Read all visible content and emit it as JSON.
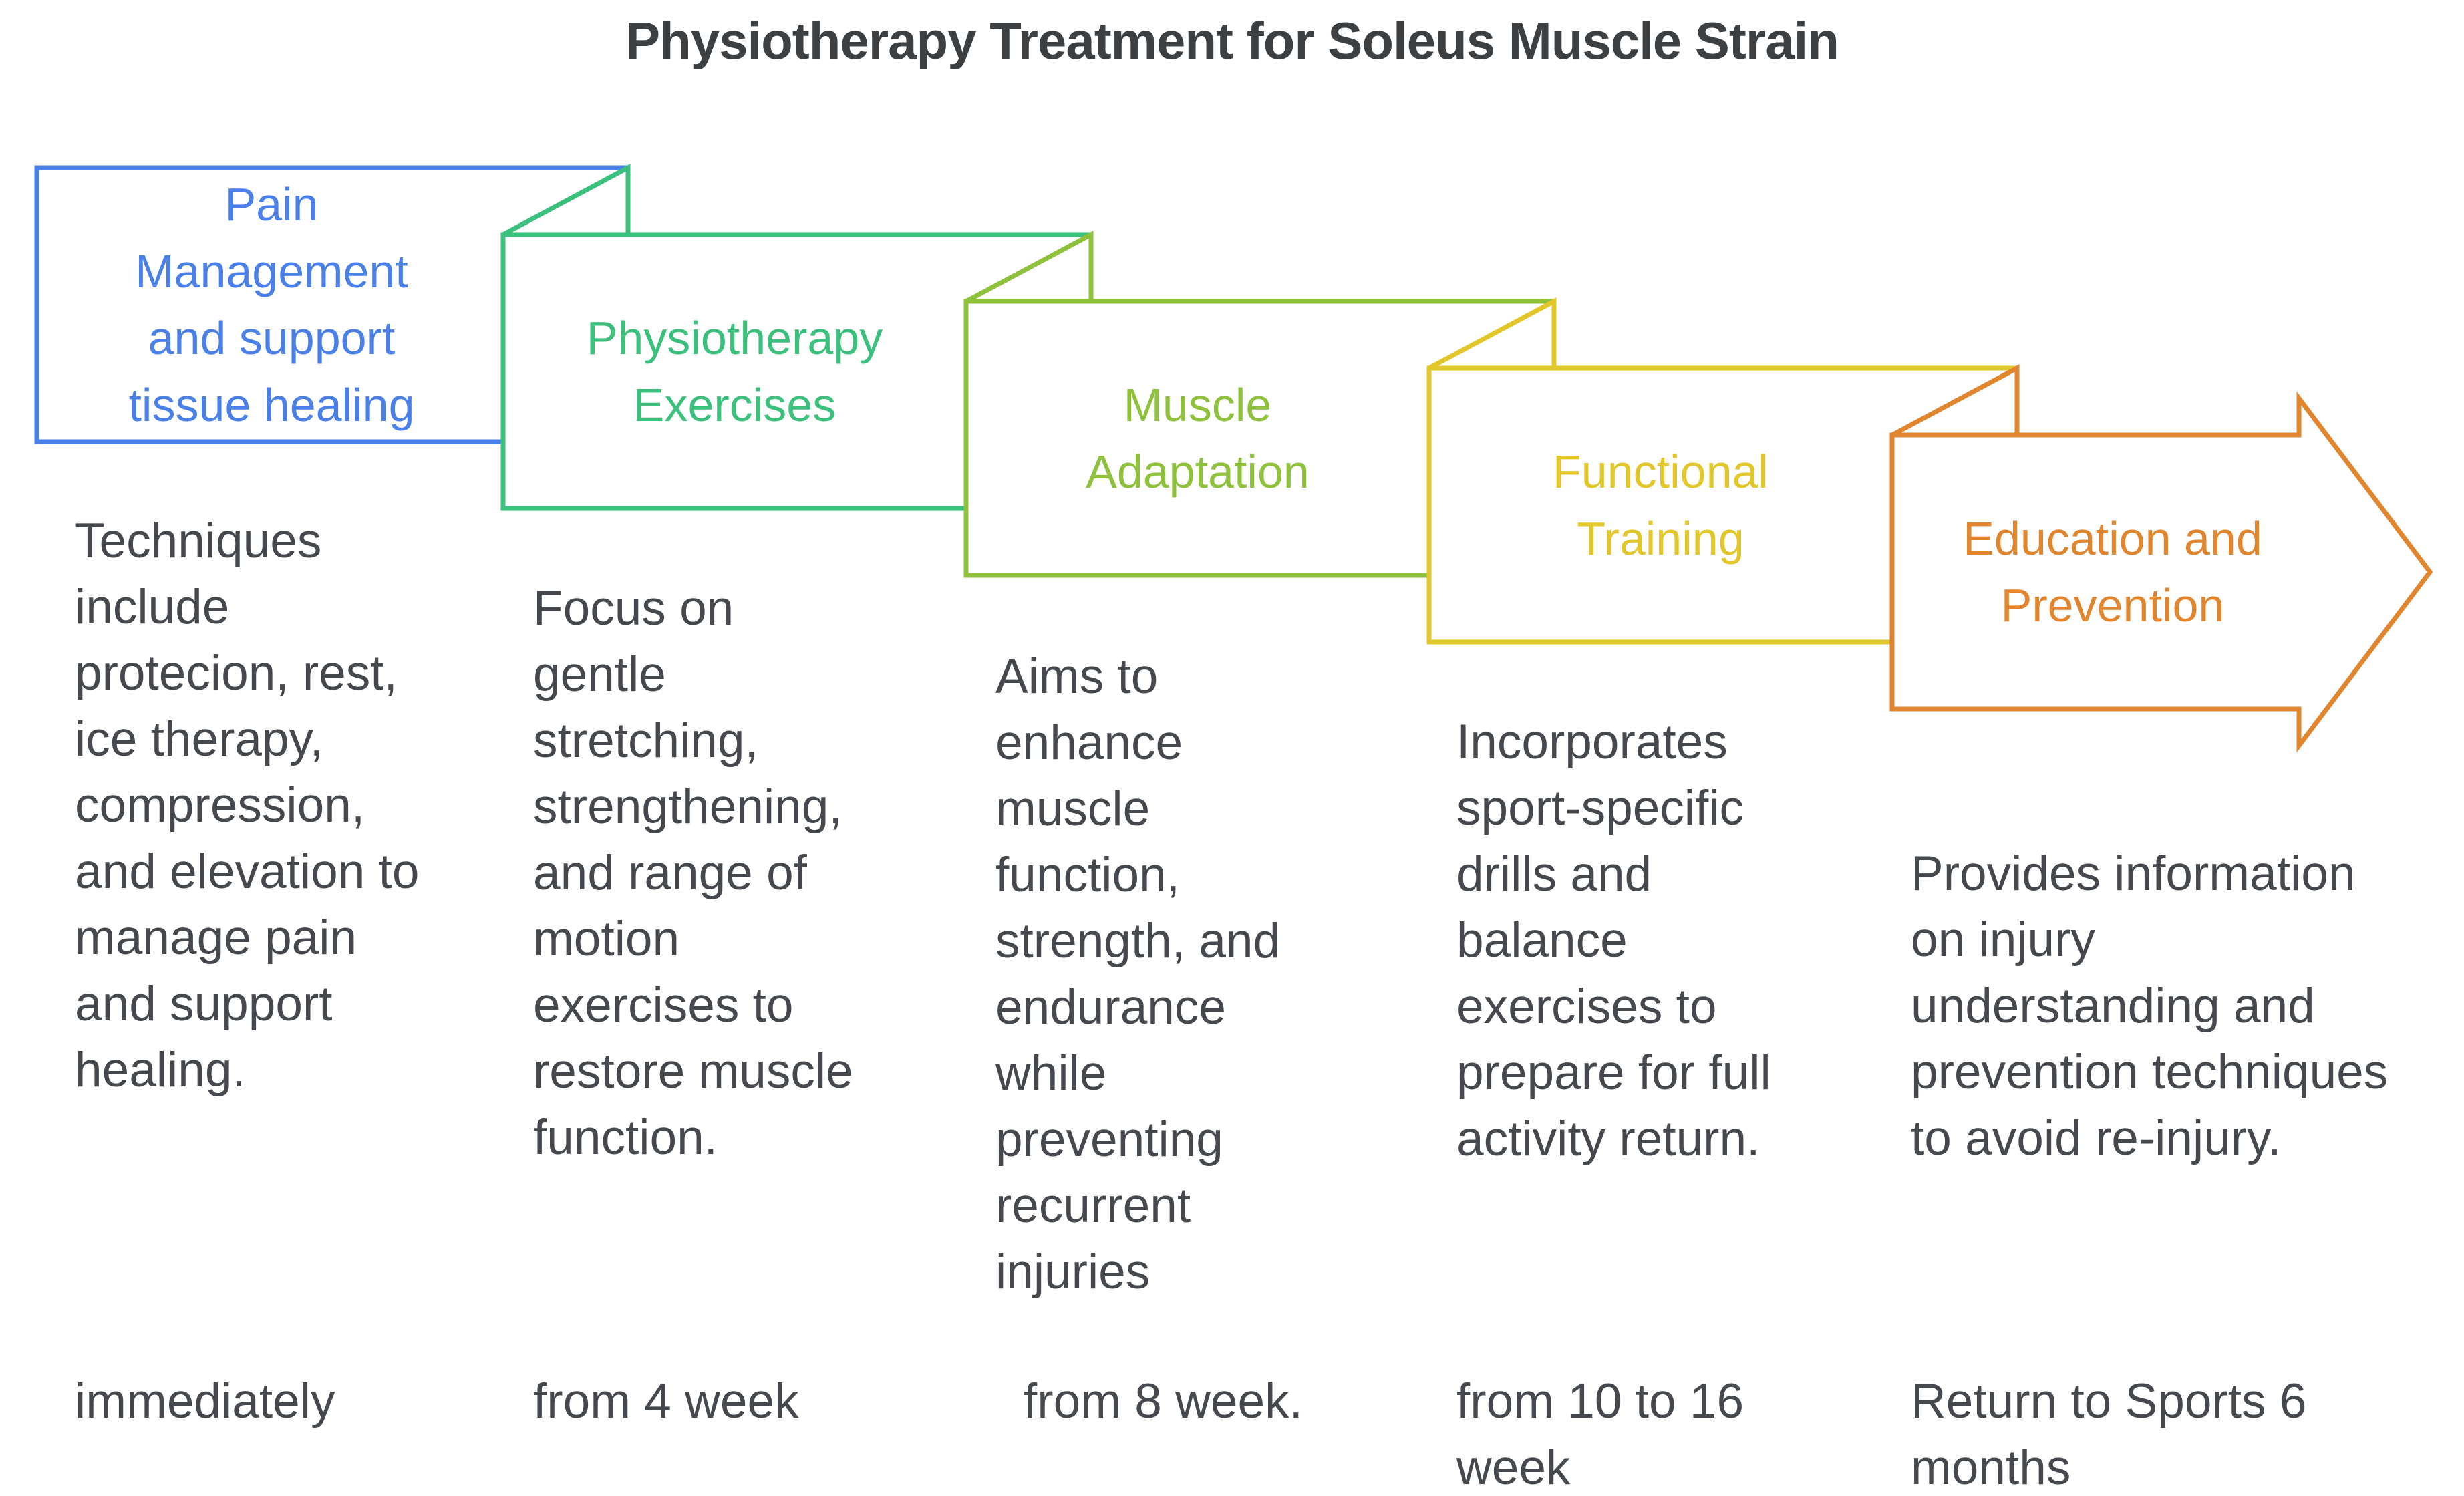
{
  "title": {
    "text": "Physiotherapy Treatment for Soleus Muscle Strain",
    "color": "#3d4043"
  },
  "background_color": "#ffffff",
  "body_text_color": "#45484d",
  "stages": [
    {
      "name": "Pain Management and support tissue healing",
      "color": "#4a80e8",
      "label": "Pain\nManagement\nand support\ntissue healing",
      "description": "Techniques\ninclude\nprotecion, rest,\nice therapy,\ncompression,\nand elevation to\nmanage pain\nand support\nhealing.",
      "timeframe": "immediately"
    },
    {
      "name": "Physiotherapy Exercises",
      "color": "#3cc07e",
      "label": "Physiotherapy\nExercises",
      "description": "Focus on\ngentle\nstretching,\nstrengthening,\nand range of\nmotion\nexercises to\nrestore muscle\nfunction.",
      "timeframe": "from 4 week"
    },
    {
      "name": "Muscle Adaptation",
      "color": "#90c13c",
      "label": "Muscle\nAdaptation",
      "description": "Aims to\nenhance\nmuscle\nfunction,\nstrength, and\nendurance\nwhile\npreventing\nrecurrent\ninjuries",
      "timeframe": "from 8 week."
    },
    {
      "name": "Functional Training",
      "color": "#e2c72a",
      "label": "Functional\nTraining",
      "description": "Incorporates\nsport-specific\ndrills and\nbalance\nexercises to\nprepare for full\nactivity return.",
      "timeframe": "from 10 to 16\nweek"
    },
    {
      "name": "Education and Prevention",
      "color": "#e1862e",
      "label": "Education and\nPrevention",
      "description": "Provides information\non injury\nunderstanding and\nprevention techniques\nto avoid re-injury.",
      "timeframe": "Return to Sports 6\nmonths"
    }
  ]
}
